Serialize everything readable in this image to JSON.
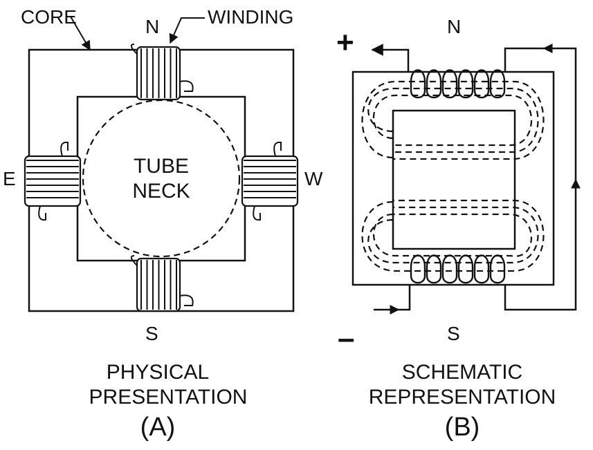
{
  "panel_a": {
    "core_label": "CORE",
    "winding_label": "WINDING",
    "north": "N",
    "south": "S",
    "east": "E",
    "west": "W",
    "tube_line1": "TUBE",
    "tube_line2": "NECK",
    "caption_line1": "PHYSICAL",
    "caption_line2": "PRESENTATION",
    "caption_letter": "(A)"
  },
  "panel_b": {
    "north": "N",
    "south": "S",
    "plus": "+",
    "minus": "–",
    "caption_line1": "SCHEMATIC",
    "caption_line2": "REPRESENTATION",
    "caption_letter": "(B)"
  }
}
